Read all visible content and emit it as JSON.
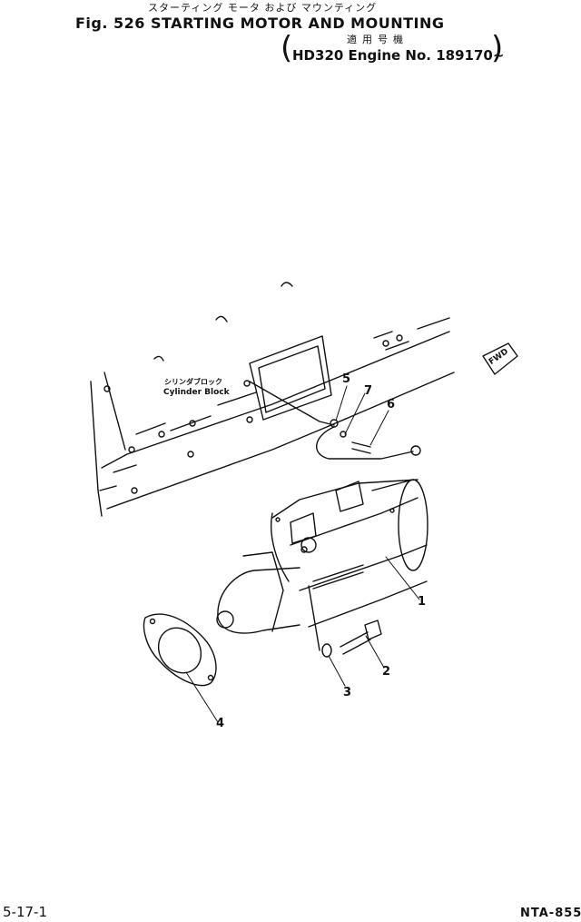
{
  "header": {
    "title_ja": "スターティング モータ および マウンティング",
    "title": "Fig. 526  STARTING MOTOR AND MOUNTING",
    "applicable_ja": "適用号機",
    "applicable": "HD320 Engine No. 189170~"
  },
  "diagram": {
    "block_label_ja": "シリンダブロック",
    "block_label": "Cylinder Block",
    "fwd_label": "FWD",
    "callouts": [
      "1",
      "2",
      "3",
      "4",
      "5",
      "6",
      "7"
    ]
  },
  "footer": {
    "page": "5-17-1",
    "code": "NTA-855"
  }
}
